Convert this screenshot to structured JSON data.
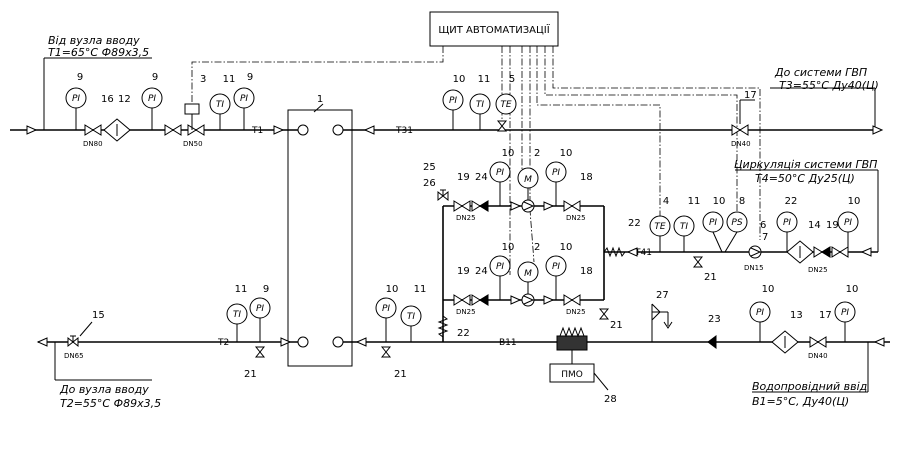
{
  "panel": {
    "title": "ЩИТ АВТОМАТИЗАЦІЇ"
  },
  "inlets": {
    "supply_in": {
      "title": "Від вузла вводу",
      "params": "T1=65°С Ф89х3,5"
    },
    "return_out": {
      "title": "До вузла вводу",
      "params": "T2=55°С Ф89х3,5"
    },
    "hot_out": {
      "title": "До системи ГВП",
      "params": "T3=55°С Ду40(Ц)"
    },
    "circ_in": {
      "title": "Циркуляція системи ГВП",
      "params": "T4=50°С Ду25(Ц)"
    },
    "water_in": {
      "title": "Водопровідний ввід",
      "params": "В1=5°С, Ду40(Ц)"
    }
  },
  "pipes": {
    "t1": "T1",
    "t2": "T2",
    "t31": "T31",
    "t41": "T41",
    "b11": "B11"
  },
  "pmo": {
    "label": "ПМО"
  },
  "gauges": {
    "pi": "PI",
    "ti": "TI",
    "te": "TE",
    "ps": "PS",
    "m": "M"
  },
  "sizes": {
    "dn80": "DN80",
    "dn50": "DN50",
    "dn40": "DN40",
    "dn25": "DN25",
    "dn15": "DN15",
    "dn65": "DN65"
  },
  "refs": {
    "r1": "1",
    "r2": "2",
    "r3": "3",
    "r4": "4",
    "r5": "5",
    "r6": "6",
    "r7": "7",
    "r8": "8",
    "r9": "9",
    "r10": "10",
    "r11": "11",
    "r12": "12",
    "r13": "13",
    "r14": "14",
    "r15": "15",
    "r16": "16",
    "r17": "17",
    "r18": "18",
    "r19": "19",
    "r21": "21",
    "r22": "22",
    "r23": "23",
    "r24": "24",
    "r25": "25",
    "r26": "26",
    "r27": "27",
    "r28": "28"
  }
}
